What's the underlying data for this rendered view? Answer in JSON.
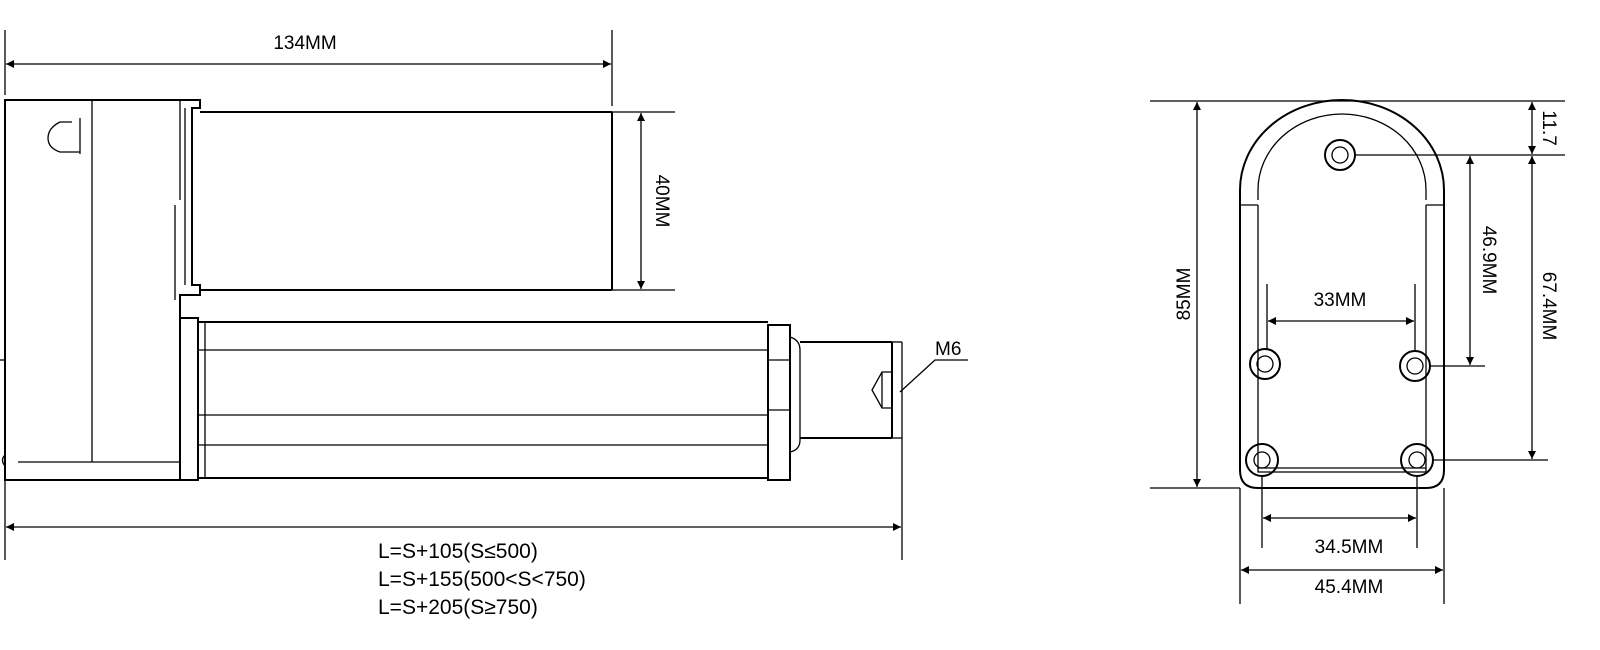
{
  "side_view": {
    "dim_length_top": "134MM",
    "dim_motor_dia": "40MM",
    "thread_label": "M6",
    "formulas": [
      "L=S+105(S≤500)",
      "L=S+155(500<S<750)",
      "L=S+205(S≥750)"
    ]
  },
  "end_view": {
    "dim_height_total": "85MM",
    "dim_top_offset": "11.7",
    "dim_hole_spacing_vertical": "46.9MM",
    "dim_outer_hole_vertical": "67.4MM",
    "dim_upper_hole_spacing": "33MM",
    "dim_lower_hole_spacing": "34.5MM",
    "dim_width_total": "45.4MM"
  }
}
